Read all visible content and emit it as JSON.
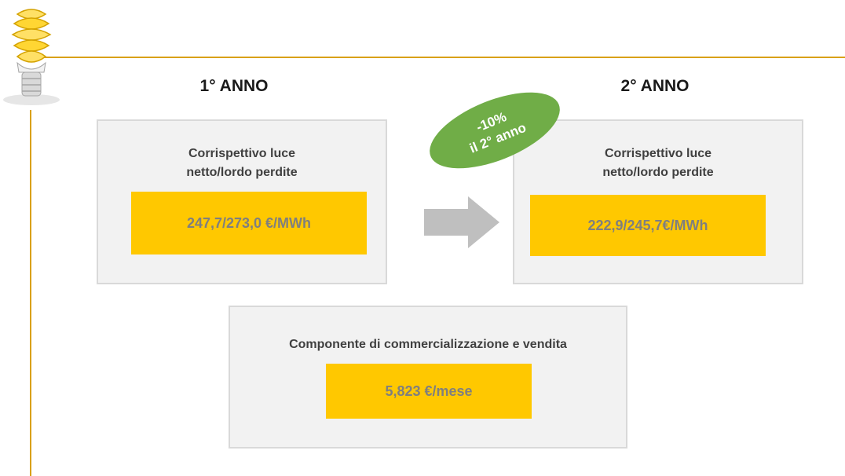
{
  "year1": {
    "label": "1° ANNO",
    "title_line1": "Corrispettivo luce",
    "title_line2": "netto/lordo perdite",
    "price": "247,7/273,0 €/MWh"
  },
  "year2": {
    "label": "2° ANNO",
    "title_line1": "Corrispettivo luce",
    "title_line2": "netto/lordo perdite",
    "price": "222,9/245,7€/MWh"
  },
  "discount_badge": {
    "line1": "-10%",
    "line2": "il 2° anno",
    "color": "#70ad47"
  },
  "commercial": {
    "title": "Componente di commercializzazione e vendita",
    "price": "5,823 €/mese"
  },
  "colors": {
    "accent_line": "#d9a118",
    "price_bg": "#ffc800",
    "box_bg": "#f2f2f2",
    "arrow": "#bfbfbf"
  },
  "icons": {
    "logo": "light-bulb-icon",
    "transition": "right-arrow-icon"
  }
}
